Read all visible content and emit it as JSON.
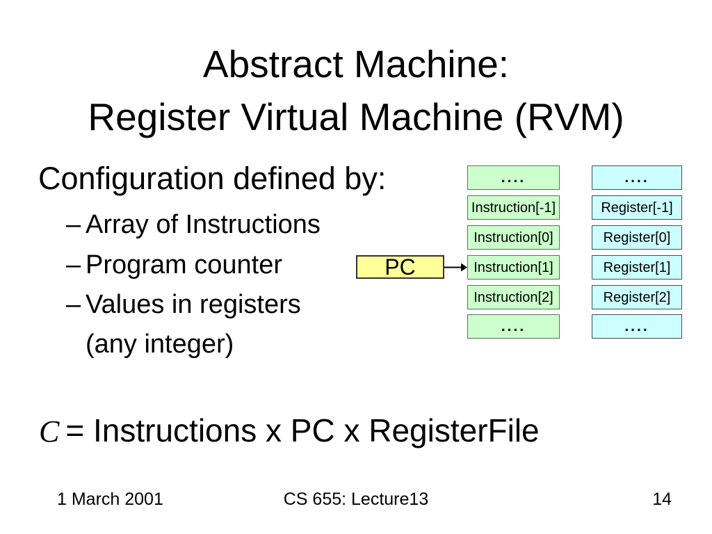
{
  "slide": {
    "title_line1": "Abstract Machine:",
    "title_line2": "Register Virtual Machine (RVM)",
    "bullets": {
      "heading": "Configuration defined by:",
      "items": [
        {
          "dash": "–",
          "label": "Array of Instructions"
        },
        {
          "dash": "–",
          "label": "Program counter"
        },
        {
          "dash": "–",
          "label": "Values in registers"
        }
      ],
      "continuation": "(any integer)"
    },
    "diagram": {
      "pc_label": "PC",
      "instruction_column": {
        "cells": [
          "....",
          "Instruction[-1]",
          "Instruction[0]",
          "Instruction[1]",
          "Instruction[2]",
          "...."
        ]
      },
      "register_column": {
        "cells": [
          "....",
          "Register[-1]",
          "Register[0]",
          "Register[1]",
          "Register[2]",
          "...."
        ]
      },
      "colors": {
        "instruction_fill": "#ccffcc",
        "register_fill": "#ccffff",
        "pc_fill": "#ffff99"
      }
    },
    "formula": {
      "symbol": "C",
      "rest": "= Instructions x PC x RegisterFile"
    },
    "footer": {
      "date": "1 March 2001",
      "center": "CS 655: Lecture13",
      "page": "14"
    }
  }
}
